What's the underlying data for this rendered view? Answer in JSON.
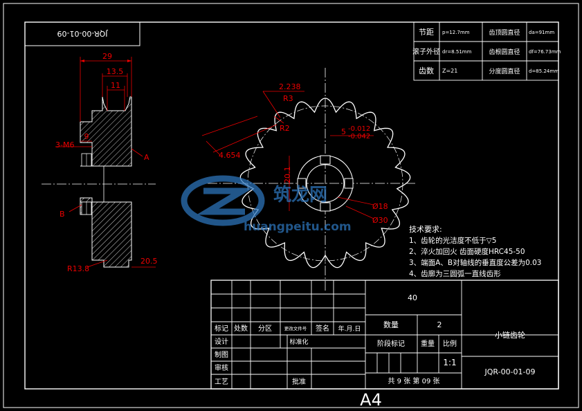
{
  "drawing_number_rotated": "JQR-00-01-09",
  "left_view": {
    "dim_29": "29",
    "dim_13_5": "13.5",
    "dim_11": "11",
    "dim_9": "9",
    "dim_3m6": "3-M6",
    "label_a": "A",
    "label_b": "B",
    "dim_r13_8": "R13.8",
    "dim_20_5": "20.5"
  },
  "front_view": {
    "dim_2_238": "2.238",
    "dim_r3": "R3",
    "dim_r2": "R2",
    "dim_4_654": "4.654",
    "dim_5": "5",
    "tol_upper": "-0.012",
    "tol_lower": "-0.042",
    "dim_20_1": "20.1",
    "dim_d18": "Ø18",
    "dim_d30": "Ø30"
  },
  "params": {
    "pitch_label": "节距",
    "pitch_value": "p=12.7mm",
    "tip_dia_label": "齿顶圆直径",
    "tip_dia_value": "da=91mm",
    "roller_label": "滚子外径",
    "roller_value": "dr=8.51mm",
    "root_dia_label": "齿根圆直径",
    "root_dia_value": "df=76.73mm",
    "teeth_label": "齿数",
    "teeth_value": "Z=21",
    "pitch_dia_label": "分度圆直径",
    "pitch_dia_value": "d=85.24mm"
  },
  "tech_req": {
    "title": "技术要求:",
    "item1": "1、齿轮的光洁度不低于▽5",
    "item2": "2、淬火加回火   齿面硬度HRC45-50",
    "item3": "3、端面A、B对轴线的垂直度公差为0.03",
    "item4": "4、齿廓为三圆弧一直线齿形"
  },
  "watermark": {
    "cn": "筑龙网",
    "en": "huangpeitu.com"
  },
  "title_block": {
    "material": "40",
    "h_biaoji": "标记",
    "h_chushu": "处数",
    "h_fenqu": "分区",
    "h_genggai": "更改文件号",
    "h_qianming": "签名",
    "h_date": "年.月.日",
    "sheji": "设计",
    "biaozhunhua": "标准化",
    "zhitu": "制图",
    "shenhe": "审核",
    "gongyi": "工艺",
    "pizhun": "批准",
    "qty_label": "数量",
    "qty_value": "2",
    "stage_label": "阶段标记",
    "weight_label": "重量",
    "scale_label": "比例",
    "scale_value": "1:1",
    "sheets": "共 9 张   第 09 张",
    "part_name": "小链齿轮",
    "drawing_no": "JQR-00-01-09"
  },
  "sheet_size": "A4"
}
